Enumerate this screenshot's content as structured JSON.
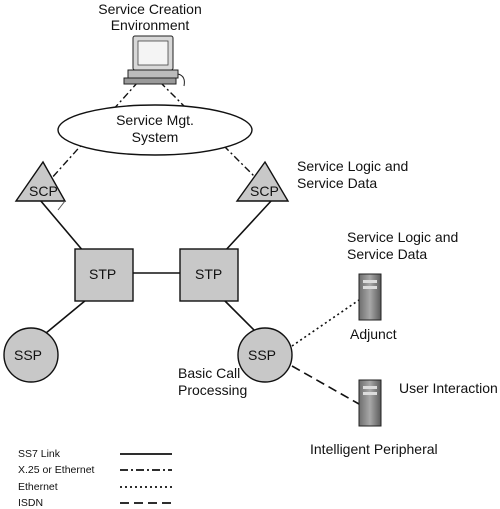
{
  "nodes": {
    "service_creation_title": "Service Creation",
    "service_creation_title_2": "Environment",
    "service_mgt_line1": "Service Mgt.",
    "service_mgt_line2": "System",
    "scp_left": "SCP",
    "scp_right": "SCP",
    "scp_right_note_line1": "Service Logic and",
    "scp_right_note_line2": "Service Data",
    "stp_left": "STP",
    "stp_right": "STP",
    "ssp_left": "SSP",
    "ssp_right": "SSP",
    "basic_call_line1": "Basic Call",
    "basic_call_line2": "Processing",
    "adjunct_note_line1": "Service Logic and",
    "adjunct_note_line2": "Service Data",
    "adjunct_label": "Adjunct",
    "user_interaction": "User Interaction",
    "intelligent_peripheral": "Intelligent Peripheral"
  },
  "legend": [
    {
      "label": "SS7 Link",
      "style": "solid"
    },
    {
      "label": "X.25 or Ethernet",
      "style": "dash-dot"
    },
    {
      "label": "Ethernet",
      "style": "dotted"
    },
    {
      "label": "ISDN",
      "style": "dashed"
    }
  ],
  "colors": {
    "node_fill": "#c8c8c8",
    "line": "#111111",
    "server_fill": "#8a8a8a"
  }
}
